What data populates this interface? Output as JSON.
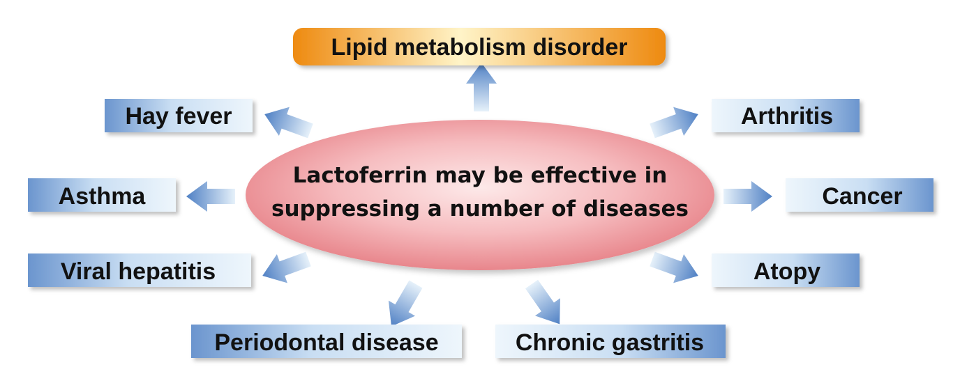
{
  "center": {
    "line1": "Lactoferrin may be effective in",
    "line2": "suppressing a number of diseases"
  },
  "diseases": {
    "lipid": "Lipid metabolism disorder",
    "hay_fever": "Hay fever",
    "arthritis": "Arthritis",
    "asthma": "Asthma",
    "cancer": "Cancer",
    "viral_hepatitis": "Viral hepatitis",
    "atopy": "Atopy",
    "periodontal": "Periodontal disease",
    "gastritis": "Chronic gastritis"
  },
  "colors": {
    "ellipse_center": "#fde6e6",
    "ellipse_edge": "#e8898e",
    "box_light": "#eaf4fb",
    "box_dark": "#6d97cf",
    "arrow_dark": "#4f80c4",
    "arrow_light": "#e1eef9",
    "highlight_light": "#fff2c2",
    "highlight_dark": "#ef8d12"
  }
}
